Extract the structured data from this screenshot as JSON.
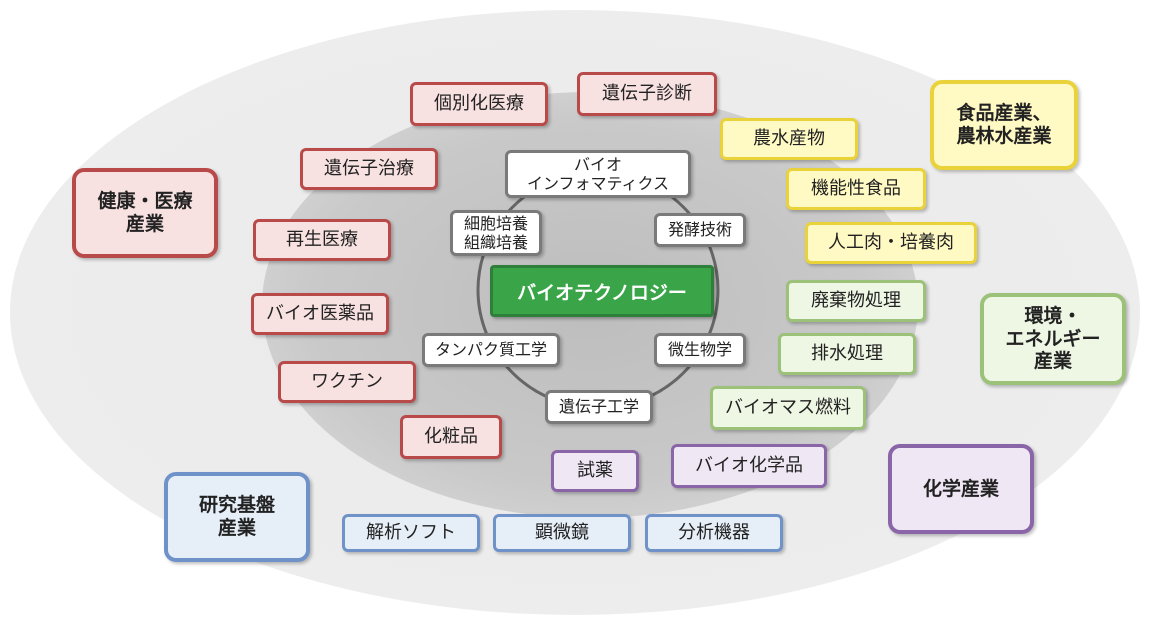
{
  "center": "バイオテクノロジー",
  "core_techniques": [
    "バイオ\nインフォマティクス",
    "発酵技術",
    "微生物学",
    "遺伝子工学",
    "タンパク質工学",
    "細胞培養\n組織培養"
  ],
  "industries": {
    "health": "健康・医療\n産業",
    "food": "食品産業、\n農林水産業",
    "environment": "環境・\nエネルギー\n産業",
    "chemical": "化学産業",
    "research": "研究基盤\n産業"
  },
  "health_items": [
    "個別化医療",
    "遺伝子治療",
    "再生医療",
    "バイオ医薬品",
    "ワクチン",
    "化粧品"
  ],
  "diagnostics_item": "遺伝子診断",
  "food_items": [
    "農水産物",
    "機能性食品",
    "人工肉・培養肉"
  ],
  "environment_items": [
    "廃棄物処理",
    "排水処理",
    "バイオマス燃料"
  ],
  "chemical_items": [
    "試薬",
    "バイオ化学品"
  ],
  "research_items": [
    "解析ソフト",
    "顕微鏡",
    "分析機器"
  ],
  "colors": {
    "health": "#b84a4a",
    "food": "#e9d23a",
    "environment": "#9cc27a",
    "chemical": "#8a66a8",
    "research": "#6f93c9",
    "core": "#3aa548"
  }
}
